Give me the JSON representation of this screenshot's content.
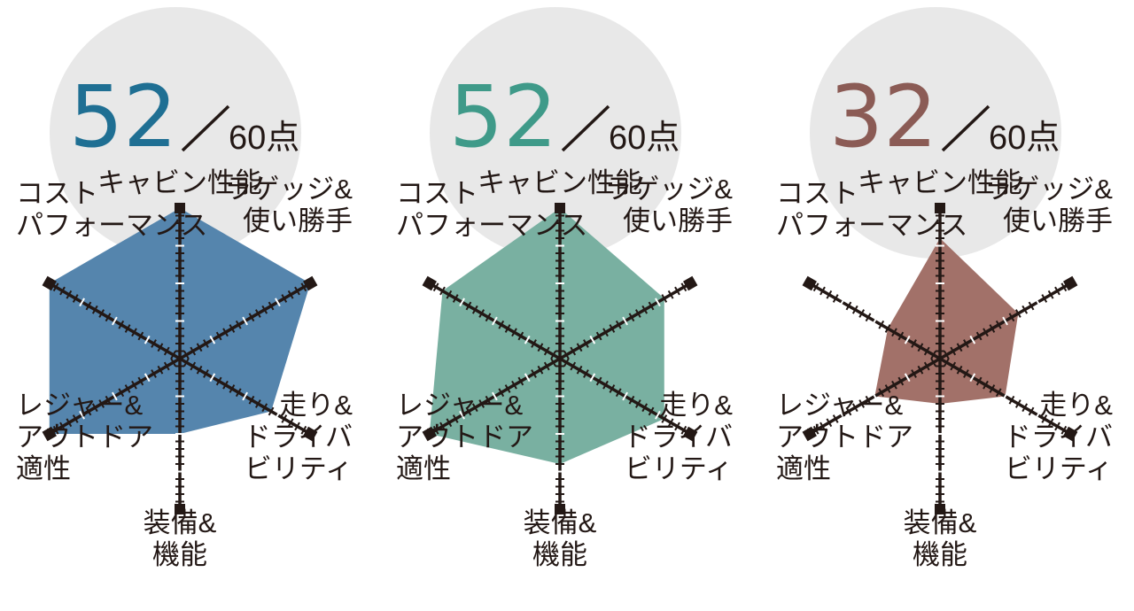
{
  "chart_data": [
    {
      "type": "radar",
      "score": "52",
      "denominator": "60点",
      "score_color": "#1f6f93",
      "fill_color": "#5585ad",
      "axes": [
        "キャビン性能",
        "ラゲッジ&使い勝手",
        "走り&ドライバビリティ",
        "装備&機能",
        "レジャー&アウトドア適性",
        "コストパフォーマンス"
      ],
      "axis_label_lines": [
        [
          "キャビン性能"
        ],
        [
          "ラゲッジ&",
          "使い勝手"
        ],
        [
          "走り&",
          "ドライバ",
          "ビリティ"
        ],
        [
          "装備&",
          "機能"
        ],
        [
          "レジャー&",
          "アウトドア",
          "適性"
        ],
        [
          "コスト",
          "パフォーマンス"
        ]
      ],
      "values": [
        10,
        10,
        7,
        5,
        10,
        10
      ],
      "max": 10
    },
    {
      "type": "radar",
      "score": "52",
      "denominator": "60点",
      "score_color": "#3f9a89",
      "fill_color": "#79b0a1",
      "axes": [
        "キャビン性能",
        "ラゲッジ&使い勝手",
        "走り&ドライバビリティ",
        "装備&機能",
        "レジャー&アウトドア適性",
        "コストパフォーマンス"
      ],
      "axis_label_lines": [
        [
          "キャビン性能"
        ],
        [
          "ラゲッジ&",
          "使い勝手"
        ],
        [
          "走り&",
          "ドライバ",
          "ビリティ"
        ],
        [
          "装備&",
          "機能"
        ],
        [
          "レジャー&",
          "アウトドア",
          "適性"
        ],
        [
          "コスト",
          "パフォーマンス"
        ]
      ],
      "values": [
        10,
        8,
        8,
        7,
        10,
        9
      ],
      "max": 10
    },
    {
      "type": "radar",
      "score": "32",
      "denominator": "60点",
      "score_color": "#8b5b55",
      "fill_color": "#a27169",
      "axes": [
        "キャビン性能",
        "ラゲッジ&使い勝手",
        "走り&ドライバビリティ",
        "装備&機能",
        "レジャー&アウトドア適性",
        "コストパフォーマンス"
      ],
      "axis_label_lines": [
        [
          "キャビン性能"
        ],
        [
          "ラゲッジ&",
          "使い勝手"
        ],
        [
          "走り&",
          "ドライバ",
          "ビリティ"
        ],
        [
          "装備&",
          "機能"
        ],
        [
          "レジャー&",
          "アウトドア",
          "適性"
        ],
        [
          "コスト",
          "パフォーマンス"
        ]
      ],
      "values": [
        8,
        6,
        5,
        3,
        5,
        4
      ],
      "max": 10
    }
  ]
}
